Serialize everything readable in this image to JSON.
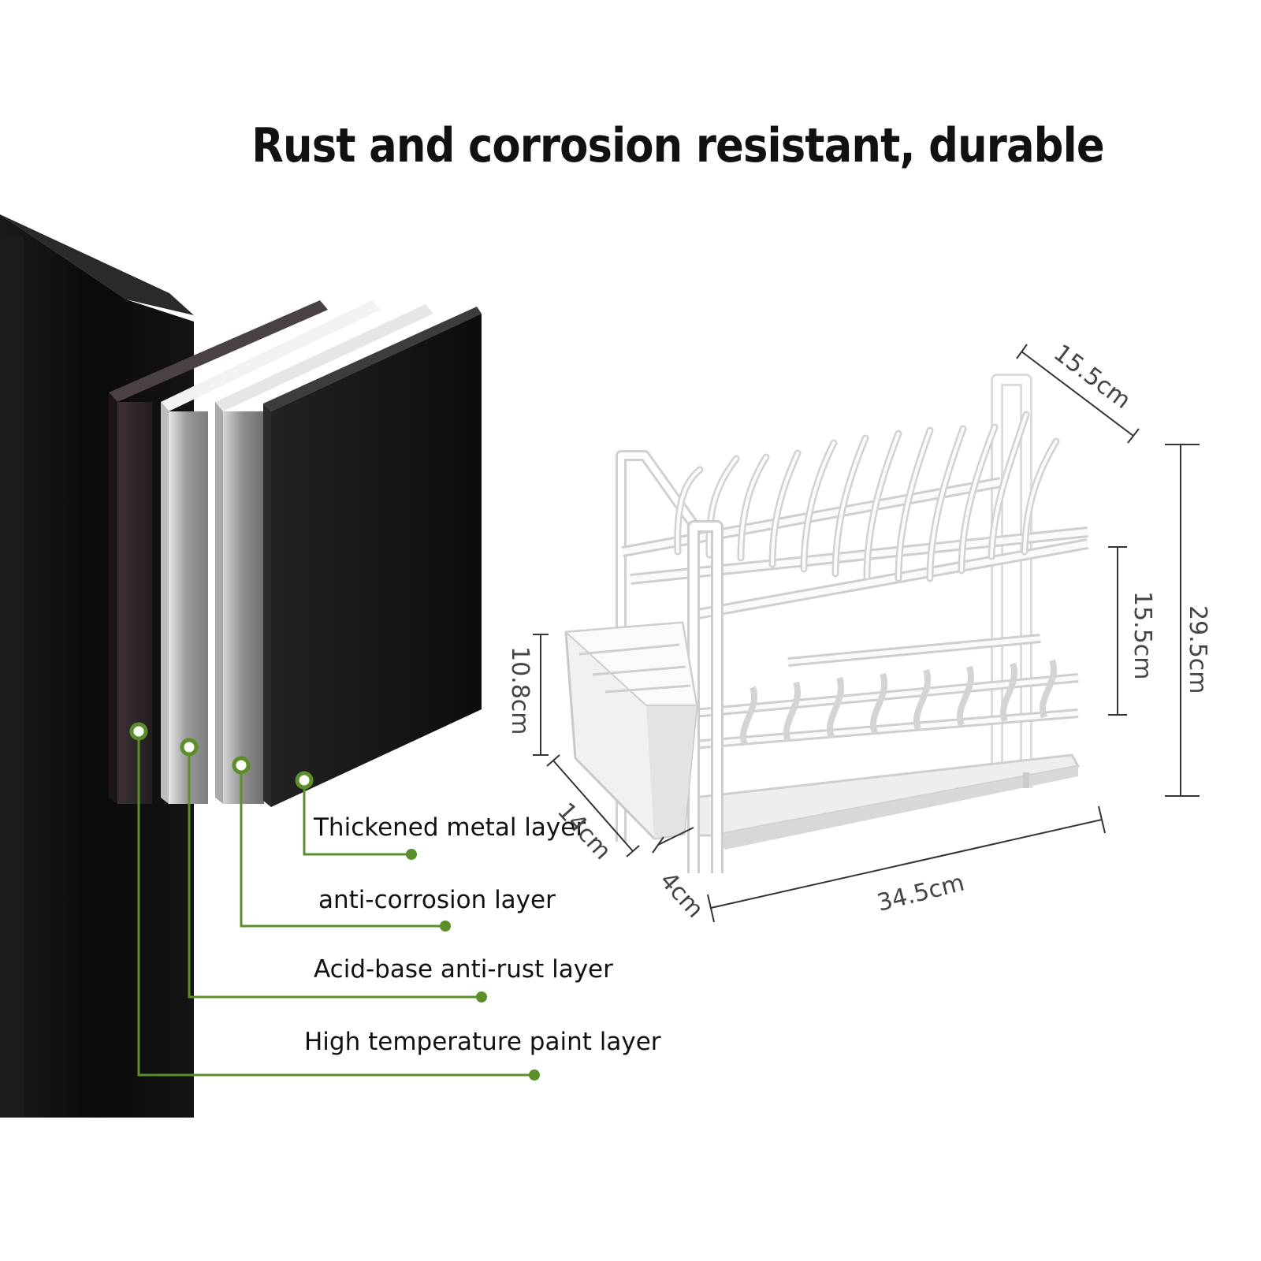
{
  "title": "Rust and corrosion resistant, durable",
  "layers": [
    {
      "label": "Thickened metal layer"
    },
    {
      "label": "anti-corrosion layer"
    },
    {
      "label": "Acid-base anti-rust layer"
    },
    {
      "label": "High temperature paint layer"
    }
  ],
  "dimensions": {
    "depth_top": "15.5cm",
    "tier_height": "15.5cm",
    "total_height": "29.5cm",
    "holder_height": "10.8cm",
    "holder_depth": "14cm",
    "tray_offset": "4cm",
    "width": "34.5cm"
  },
  "colors": {
    "leader_green": "#5a8f2a",
    "cabinet_black": "#0b0b0b",
    "rack_white": "#f4f4f4"
  }
}
